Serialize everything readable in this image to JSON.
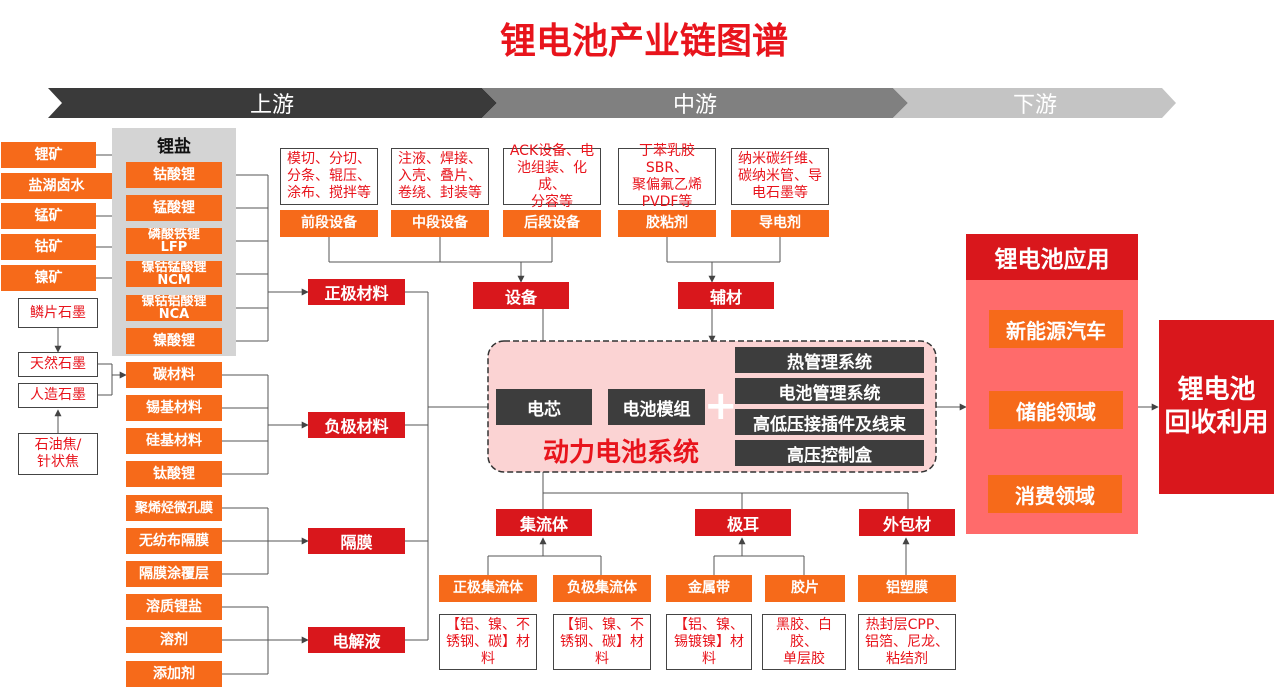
{
  "title": "锂电池产业链图谱",
  "stages": [
    "上游",
    "中游",
    "下游"
  ],
  "ores": [
    "锂矿",
    "盐湖卤水",
    "锰矿",
    "钴矿",
    "镍矿"
  ],
  "graphite_sources": [
    "鳞片石墨",
    "天然石墨",
    "人造石墨",
    "石油焦/\n针状焦"
  ],
  "lithium_salt": {
    "title": "锂盐",
    "items": [
      "钴酸锂",
      "锰酸锂",
      "磷酸铁锂\nLFP",
      "镍钴锰酸锂\nNCM",
      "镍钴铝酸锂\nNCA",
      "镍酸锂"
    ]
  },
  "anode_items": [
    "碳材料",
    "锡基材料",
    "硅基材料",
    "钛酸锂"
  ],
  "separator_items": [
    "聚烯烃微孔膜",
    "无纺布隔膜",
    "隔膜涂覆层"
  ],
  "electrolyte_items": [
    "溶质锂盐",
    "溶剂",
    "添加剂"
  ],
  "materials": {
    "cathode": "正极材料",
    "anode": "负极材料",
    "separator": "隔膜",
    "electrolyte": "电解液"
  },
  "equipment": [
    {
      "desc": "模切、分切、\n分条、辊压、\n涂布、搅拌等",
      "label": "前段设备"
    },
    {
      "desc": "注液、焊接、\n入壳、叠片、\n卷绕、封装等",
      "label": "中段设备"
    },
    {
      "desc": "ACK设备、电\n池组装、化成、\n分容等",
      "label": "后段设备"
    }
  ],
  "auxiliary": [
    {
      "desc": "丁苯乳胶SBR、\n聚偏氟乙烯\nPVDF等",
      "label": "胶粘剂"
    },
    {
      "desc": "纳米碳纤维、\n碳纳米管、导\n电石墨等",
      "label": "导电剂"
    }
  ],
  "equipment_hub": "设备",
  "auxiliary_hub": "辅材",
  "power_system": {
    "cell": "电芯",
    "module": "电池模组",
    "plus": "+",
    "subsystems": [
      "热管理系统",
      "电池管理系统",
      "高低压接插件及线束",
      "高压控制盒"
    ],
    "label": "动力电池系统"
  },
  "bottom_hubs": [
    "集流体",
    "极耳",
    "外包材"
  ],
  "bottom_items": [
    {
      "label": "正极集流体",
      "desc": "【铝、镍、不\n锈钢、碳】材\n料"
    },
    {
      "label": "负极集流体",
      "desc": "【铜、镍、不\n锈钢、碳】材\n料"
    },
    {
      "label": "金属带",
      "desc": "【铝、镍、\n锡镀镍】材\n料"
    },
    {
      "label": "胶片",
      "desc": "黑胶、白胶、\n单层胶"
    },
    {
      "label": "铝塑膜",
      "desc": "热封层CPP、\n铝箔、尼龙、\n粘结剂"
    }
  ],
  "applications": {
    "title": "锂电池应用",
    "items": [
      "新能源汽车",
      "储能领域",
      "消费领域"
    ]
  },
  "recycle": "锂电池\n回收利用",
  "colors": {
    "red": "#d9171c",
    "orange": "#f66a1a",
    "dark": "#3d3d3d",
    "pink": "#ff6b6b"
  }
}
